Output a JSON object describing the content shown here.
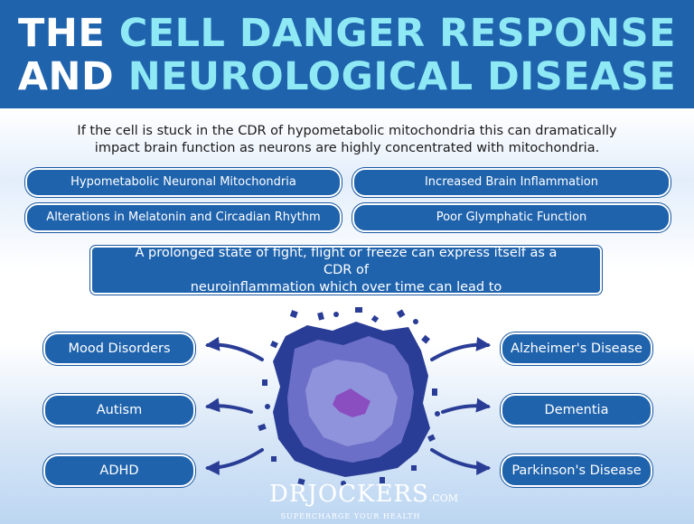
{
  "title": {
    "line1_white": "THE ",
    "line1_cyan": "CELL DANGER RESPONSE",
    "line2_white": "AND ",
    "line2_cyan": "NEUROLOGICAL DISEASE"
  },
  "intro": {
    "line1": "If the cell is stuck in the CDR of hypometabolic mitochondria this can dramatically",
    "line2": "impact brain function as neurons are highly concentrated with mitochondria."
  },
  "effects": [
    "Hypometabolic Neuronal Mitochondria",
    "Increased Brain Inflammation",
    "Alterations in Melatonin and Circadian Rhythm",
    "Poor Glymphatic Function"
  ],
  "banner": {
    "line1": "A prolonged state of fight, flight or freeze can express itself as a CDR of",
    "line2": "neuroinflammation which over time can lead to"
  },
  "diseases_left": [
    "Mood Disorders",
    "Autism",
    "ADHD"
  ],
  "diseases_right": [
    "Alzheimer's Disease",
    "Dementia",
    "Parkinson's Disease"
  ],
  "logo": {
    "main": "DRJOCKERS",
    "suffix": ".COM",
    "tagline": "SUPERCHARGE YOUR HEALTH"
  },
  "colors": {
    "header_blue": "#1f63ad",
    "title_cyan": "#8fe9f4",
    "cell_dark": "#2a3d96",
    "cell_mid": "#6b6fc7",
    "cell_light": "#8f93dc",
    "nucleus": "#8b4ec0"
  },
  "icons": {
    "cell": "cell-illustration",
    "arrows": "curved-arrow-icon"
  }
}
